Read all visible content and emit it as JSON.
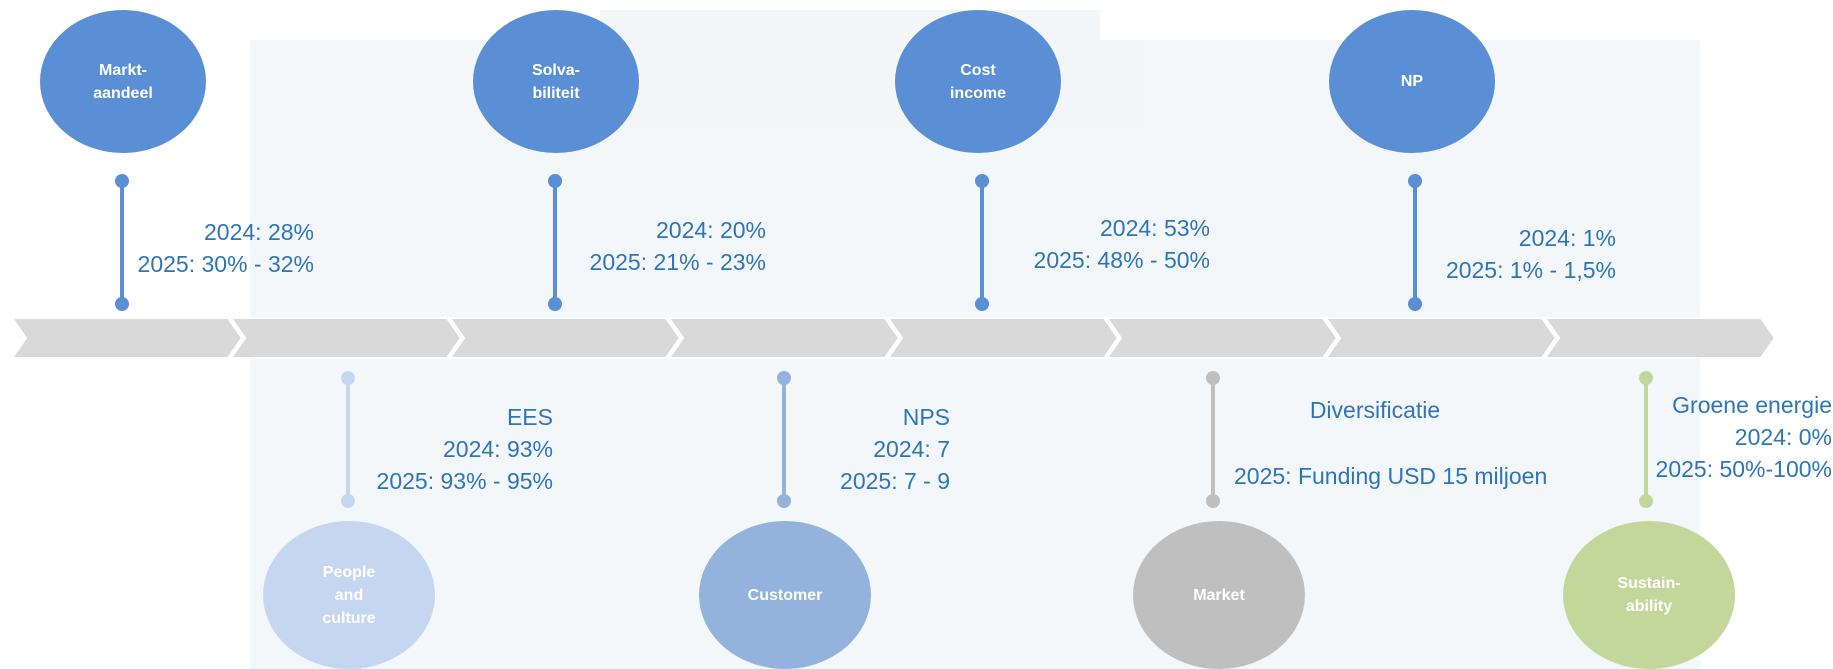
{
  "top_milestones": [
    {
      "title": "Markt-\naandeel",
      "line1": "2024: 28%",
      "line2": "2025: 30% - 32%"
    },
    {
      "title": "Solva-\nbiliteit",
      "line1": "2024: 20%",
      "line2": "2025: 21% - 23%"
    },
    {
      "title": "Cost\nincome",
      "line1": "2024: 53%",
      "line2": "2025: 48% - 50%"
    },
    {
      "title": "NP",
      "line1": "2024: 1%",
      "line2": "2025: 1% - 1,5%"
    }
  ],
  "bottom_milestones": [
    {
      "title": "People\nand\nculture",
      "line1": "EES",
      "line2": "2024: 93%",
      "line3": "2025: 93% - 95%"
    },
    {
      "title": "Customer",
      "line1": "NPS",
      "line2": "2024: 7",
      "line3": "2025: 7 - 9"
    },
    {
      "title": "Market",
      "line1": "Diversificatie",
      "line2": "2025: Funding USD 15 miljoen"
    },
    {
      "title": "Sustain-\nability",
      "line1": "Groene energie",
      "line2": "2024: 0%",
      "line3": "2025: 50%-100%"
    }
  ],
  "colors": {
    "top_accent": "#5a8fd6",
    "text": "#2e75b6",
    "people": "#c5d7f0",
    "customer": "#93b3dc",
    "market": "#bfbfbf",
    "sustainability": "#c4d79b",
    "arrow": "#d9d9d9"
  }
}
